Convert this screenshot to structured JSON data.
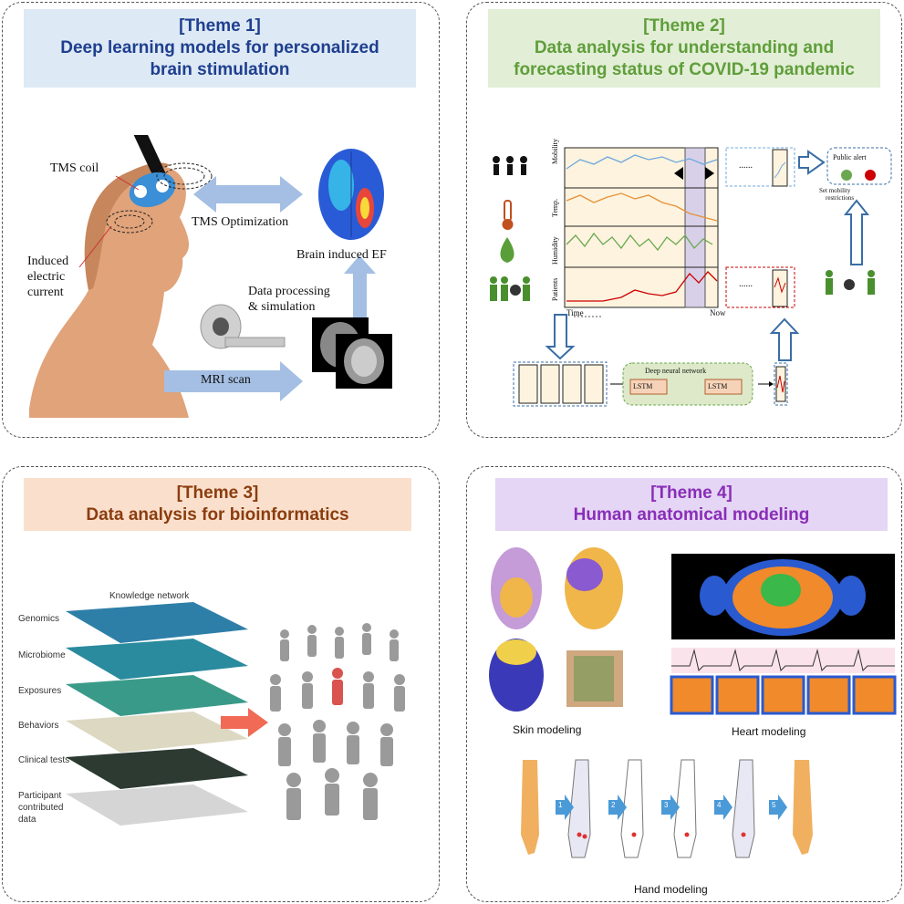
{
  "theme1": {
    "tag": "[Theme 1]",
    "title_line1": "Deep learning models for personalized",
    "title_line2": "brain stimulation",
    "labels": {
      "tms_coil": "TMS coil",
      "induced_line1": "Induced",
      "induced_line2": "electric",
      "induced_line3": "current",
      "tms_opt": "TMS Optimization",
      "brain_ef": "Brain induced EF",
      "data_proc_line1": "Data processing",
      "data_proc_line2": "& simulation",
      "mri": "MRI scan"
    }
  },
  "theme2": {
    "tag": "[Theme 2]",
    "title_line1": "Data analysis for understanding and",
    "title_line2": "forecasting status of COVID-19 pandemic",
    "labels": {
      "mobility": "Mobility",
      "temp": "Temp.",
      "humidity": "Humidity",
      "patients": "Patients",
      "time": "Time",
      "now": "Now",
      "public_alert": "Public alert",
      "set_mobility_line1": "Set mobility",
      "set_mobility_line2": "restrictions",
      "dnn": "Deep neural network",
      "lstm1": "LSTM",
      "lstm2": "LSTM",
      "dots1": "......",
      "dots2": "......"
    },
    "colors": {
      "mobility": "#6fa8dc",
      "temp": "#e69138",
      "humidity": "#6aa84f",
      "patients": "#cc0000"
    }
  },
  "theme3": {
    "tag": "[Theme 3]",
    "title": "Data analysis for bioinformatics",
    "network_title": "Knowledge network",
    "layers": [
      "Genomics",
      "Microbiome",
      "Exposures",
      "Behaviors",
      "Clinical tests",
      "Participant contributed data"
    ]
  },
  "theme4": {
    "tag": "[Theme 4]",
    "title": "Human anatomical modeling",
    "skin": "Skin modeling",
    "heart": "Heart modeling",
    "hand": "Hand modeling",
    "steps": [
      "1",
      "2",
      "3",
      "4",
      "5"
    ]
  }
}
